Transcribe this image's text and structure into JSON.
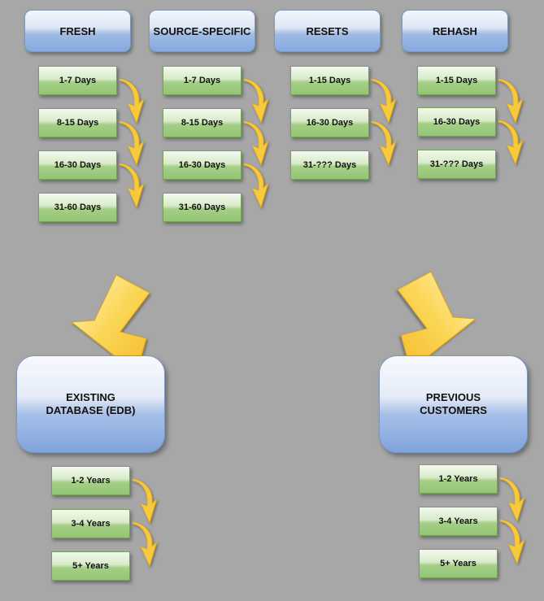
{
  "columns": [
    {
      "id": "fresh",
      "header": "FRESH",
      "steps": [
        "1-7 Days",
        "8-15 Days",
        "16-30 Days",
        "31-60 Days"
      ]
    },
    {
      "id": "source-specific",
      "header": "SOURCE-SPECIFIC",
      "steps": [
        "1-7 Days",
        "8-15 Days",
        "16-30 Days",
        "31-60 Days"
      ]
    },
    {
      "id": "resets",
      "header": "RESETS",
      "steps": [
        "1-15 Days",
        "16-30 Days",
        "31-??? Days"
      ]
    },
    {
      "id": "rehash",
      "header": "REHASH",
      "steps": [
        "1-15 Days",
        "16-30 Days",
        "31-??? Days"
      ]
    }
  ],
  "databases": [
    {
      "id": "edb",
      "label": "EXISTING\nDATABASE (EDB)",
      "steps": [
        "1-2 Years",
        "3-4 Years",
        "5+ Years"
      ]
    },
    {
      "id": "previous-customers",
      "label": "PREVIOUS\nCUSTOMERS",
      "steps": [
        "1-2 Years",
        "3-4 Years",
        "5+ Years"
      ]
    }
  ],
  "colors": {
    "background": "#a7a7a7",
    "header_blue": "#85a9df",
    "step_green": "#93c474",
    "arrow_yellow": "#f7c93e"
  }
}
